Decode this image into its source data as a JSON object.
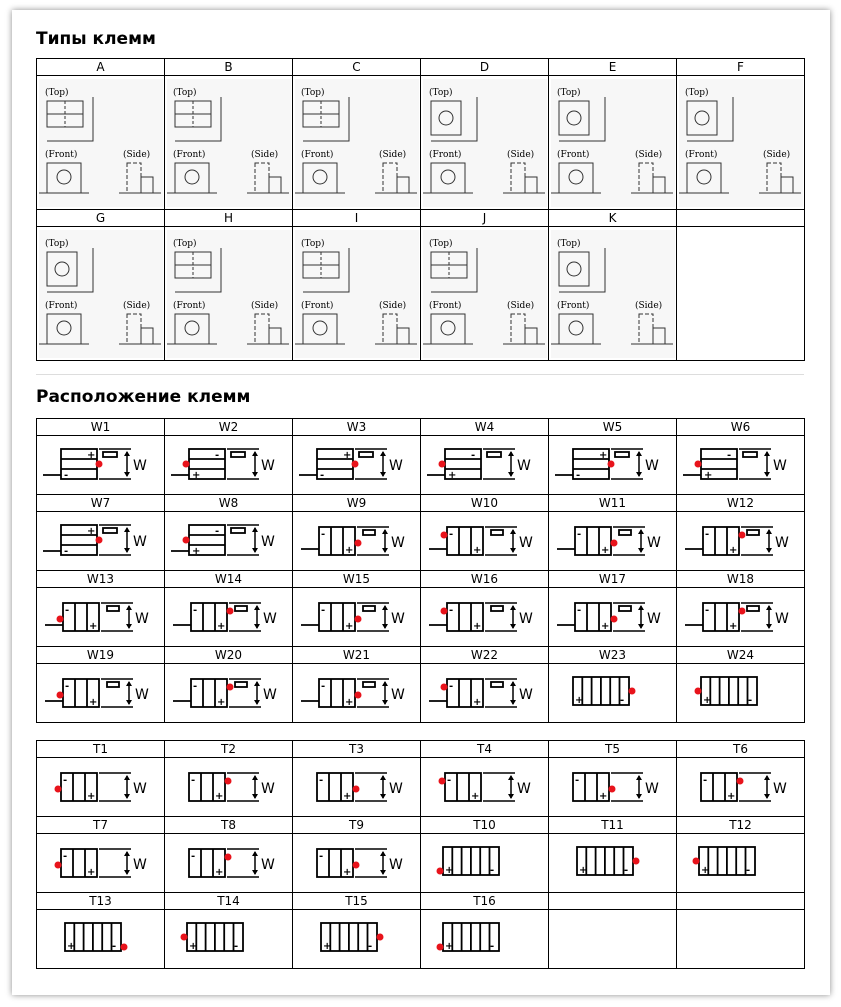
{
  "types_section": {
    "title": "Типы клемм",
    "view_labels": {
      "top": "(Top)",
      "front": "(Front)",
      "side": "(Side)"
    },
    "items": [
      {
        "label": "A"
      },
      {
        "label": "B"
      },
      {
        "label": "C"
      },
      {
        "label": "D"
      },
      {
        "label": "E"
      },
      {
        "label": "F"
      },
      {
        "label": "G"
      },
      {
        "label": "H"
      },
      {
        "label": "I"
      },
      {
        "label": "J"
      },
      {
        "label": "K"
      },
      {
        "label": ""
      }
    ]
  },
  "layout_section": {
    "title": "Расположение клемм",
    "dimension_label": "W",
    "w_items": [
      {
        "label": "W1",
        "style": "h"
      },
      {
        "label": "W2",
        "style": "h"
      },
      {
        "label": "W3",
        "style": "h"
      },
      {
        "label": "W4",
        "style": "h"
      },
      {
        "label": "W5",
        "style": "h"
      },
      {
        "label": "W6",
        "style": "h"
      },
      {
        "label": "W7",
        "style": "h"
      },
      {
        "label": "W8",
        "style": "h"
      },
      {
        "label": "W9",
        "style": "v"
      },
      {
        "label": "W10",
        "style": "v"
      },
      {
        "label": "W11",
        "style": "v"
      },
      {
        "label": "W12",
        "style": "v"
      },
      {
        "label": "W13",
        "style": "v"
      },
      {
        "label": "W14",
        "style": "v"
      },
      {
        "label": "W15",
        "style": "v"
      },
      {
        "label": "W16",
        "style": "v"
      },
      {
        "label": "W17",
        "style": "v"
      },
      {
        "label": "W18",
        "style": "v"
      },
      {
        "label": "W19",
        "style": "v"
      },
      {
        "label": "W20",
        "style": "v"
      },
      {
        "label": "W21",
        "style": "v"
      },
      {
        "label": "W22",
        "style": "v"
      },
      {
        "label": "W23",
        "style": "six"
      },
      {
        "label": "W24",
        "style": "six"
      }
    ],
    "t_items": [
      {
        "label": "T1",
        "style": "v"
      },
      {
        "label": "T2",
        "style": "v"
      },
      {
        "label": "T3",
        "style": "v"
      },
      {
        "label": "T4",
        "style": "v"
      },
      {
        "label": "T5",
        "style": "v"
      },
      {
        "label": "T6",
        "style": "v"
      },
      {
        "label": "T7",
        "style": "v"
      },
      {
        "label": "T8",
        "style": "v"
      },
      {
        "label": "T9",
        "style": "v"
      },
      {
        "label": "T10",
        "style": "six"
      },
      {
        "label": "T11",
        "style": "six"
      },
      {
        "label": "T12",
        "style": "six"
      },
      {
        "label": "T13",
        "style": "six"
      },
      {
        "label": "T14",
        "style": "six"
      },
      {
        "label": "T15",
        "style": "six"
      },
      {
        "label": "T16",
        "style": "six"
      },
      {
        "label": "",
        "style": ""
      },
      {
        "label": "",
        "style": ""
      }
    ],
    "marker_color": "#e8131b"
  }
}
